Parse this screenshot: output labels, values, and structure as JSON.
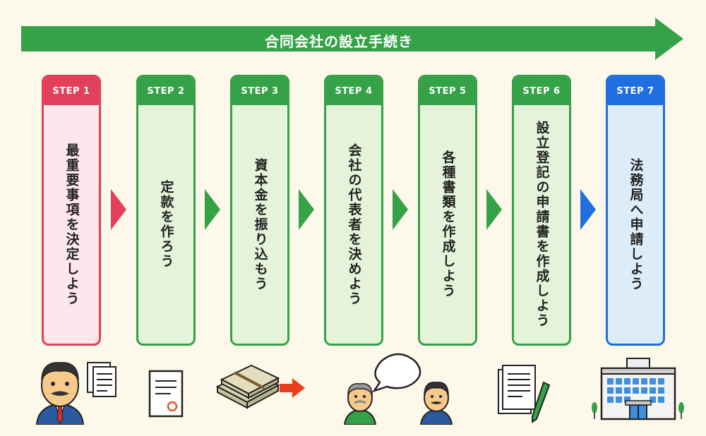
{
  "title": "合同会社の設立手続き",
  "colors": {
    "green": "#35a247",
    "red": "#e2405a",
    "blue": "#1f6fe0",
    "background": "#fdf9ea"
  },
  "steps": [
    {
      "label": "STEP 1",
      "text": "最重要事項を決定しよう",
      "color": "red"
    },
    {
      "label": "STEP 2",
      "text": "定款を作ろう",
      "color": "green"
    },
    {
      "label": "STEP 3",
      "text": "資本金を振り込もう",
      "color": "green"
    },
    {
      "label": "STEP 4",
      "text": "会社の代表者を決めよう",
      "color": "green"
    },
    {
      "label": "STEP 5",
      "text": "各種書類を作成しよう",
      "color": "green"
    },
    {
      "label": "STEP 6",
      "text": "設立登記の申請書を作成しよう",
      "color": "green"
    },
    {
      "label": "STEP 7",
      "text": "法務局へ申請しよう",
      "color": "blue"
    }
  ],
  "illustrations": [
    "businessman-with-documents-icon",
    "document-with-seal-icon",
    "money-transfer-icon",
    "two-men-talking-icon",
    "document-and-pen-icon",
    "legal-affairs-bureau-building-icon"
  ]
}
